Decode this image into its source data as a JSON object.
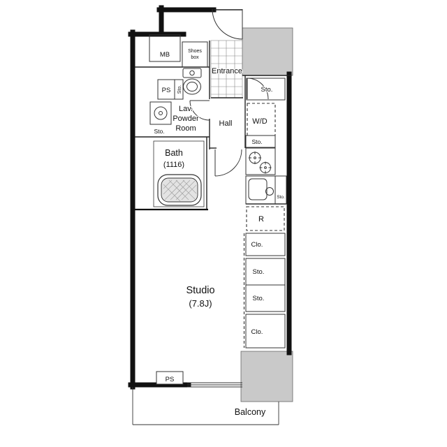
{
  "floorplan": {
    "labels": {
      "mb": "MB",
      "shoes_l1": "Shoes",
      "shoes_l2": "box",
      "entrance": "Entrance",
      "sto_entrance": "Sto.",
      "ps_top": "PS",
      "sto_powder": "Sto.",
      "lav_l1": "Lav.",
      "lav_l2": "Powder",
      "lav_l3": "Room",
      "hall": "Hall",
      "wd": "W/D",
      "sto_wd": "Sto.",
      "bath_l1": "Bath",
      "bath_l2": "(1116)",
      "sto_vanity": "Sto.",
      "sto_kitchen": "Sto.",
      "refrigerator": "R",
      "clo_upper": "Clo.",
      "sto_shelf_upper": "Sto.",
      "sto_shelf_lower": "Sto.",
      "clo_lower": "Clo.",
      "studio_l1": "Studio",
      "studio_l2": "(7.8J)",
      "ps_bottom": "PS",
      "balcony": "Balcony"
    },
    "colors": {
      "wall": "#111111",
      "partition": "#333333",
      "shaft_gray": "#c9c9c9",
      "background": "#ffffff",
      "tub_texture": "#e3e3e3"
    }
  }
}
